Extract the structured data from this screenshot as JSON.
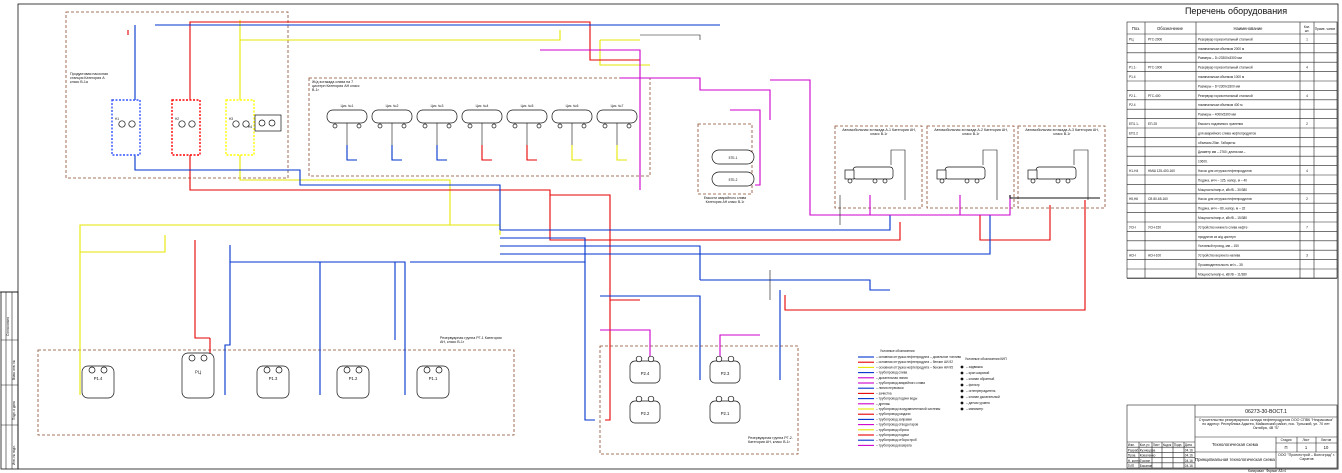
{
  "equipment_list": {
    "title": "Перечень оборудования",
    "header": {
      "pos": "Поз.",
      "designation": "Обозначение",
      "name": "Наименование",
      "qty": "Кол.",
      "qty2": "шт.",
      "note": "Приме- чание"
    },
    "rows": [
      {
        "pos": "РЦ",
        "designation": "РГС-2000",
        "name": "Резервуар горизонтальный стальной",
        "qty": "1"
      },
      {
        "pos": "",
        "designation": "",
        "name": "номинальным объемом 2000 м",
        "qty": ""
      },
      {
        "pos": "",
        "designation": "",
        "name": "Размеры – D=23300х3300 мм",
        "qty": ""
      },
      {
        "pos": "Р1.1-",
        "designation": "РГС-1000",
        "name": "Резервуар горизонтальный стальной",
        "qty": "4"
      },
      {
        "pos": "Р1.4",
        "designation": "",
        "name": "номинальным объемом 1000 м",
        "qty": ""
      },
      {
        "pos": "",
        "designation": "",
        "name": "Размеры – D=2300х3300 мм",
        "qty": ""
      },
      {
        "pos": "Р2.1-",
        "designation": "РГС-400",
        "name": "Резервуар горизонтальный стальной",
        "qty": "4"
      },
      {
        "pos": "Р2.4",
        "designation": "",
        "name": "номинальным объемом 400 м",
        "qty": ""
      },
      {
        "pos": "",
        "designation": "",
        "name": "Размеры – 4000х5300 мм",
        "qty": ""
      },
      {
        "pos": "ЕП1.1-",
        "designation": "ЕП-25",
        "name": "Емкость подземного хранения",
        "qty": "2"
      },
      {
        "pos": "ЕП1.2",
        "designation": "",
        "name": "для аварийного слива нефтепродуктов",
        "qty": ""
      },
      {
        "pos": "",
        "designation": "",
        "name": "объемом 25м³. Габариты:",
        "qty": ""
      },
      {
        "pos": "",
        "designation": "",
        "name": "Диаметр мм – 2760; длина мм –",
        "qty": ""
      },
      {
        "pos": "",
        "designation": "",
        "name": "10600.",
        "qty": ""
      },
      {
        "pos": "Н1-Н4",
        "designation": "НМШ 125-400-160",
        "name": "Насос для отгрузки нефтепродуктов",
        "qty": "4"
      },
      {
        "pos": "",
        "designation": "",
        "name": "Подача, м³/ч – 125, напор, м – 40",
        "qty": ""
      },
      {
        "pos": "",
        "designation": "",
        "name": "Мощность/напр-е, кВт/В – 30/380",
        "qty": ""
      },
      {
        "pos": "Н5,Н6",
        "designation": "СВ 80-65-160",
        "name": "Насос для отгрузки нефтепродуктов",
        "qty": "2"
      },
      {
        "pos": "",
        "designation": "",
        "name": "Подача, м³/ч – 80, напор, м – 32",
        "qty": ""
      },
      {
        "pos": "",
        "designation": "",
        "name": "Мощность/напр-е, кВт/В – 15/380",
        "qty": ""
      },
      {
        "pos": "УСН",
        "designation": "УСН-150",
        "name": "Устройство нижнего слива нефте-",
        "qty": "7"
      },
      {
        "pos": "",
        "designation": "",
        "name": "продуктов из ж/д цистерн",
        "qty": ""
      },
      {
        "pos": "",
        "designation": "",
        "name": "Условный проход, мм – 150",
        "qty": ""
      },
      {
        "pos": "АСН",
        "designation": "АСН-100",
        "name": "Устройство верхнего налива",
        "qty": "3"
      },
      {
        "pos": "",
        "designation": "",
        "name": "Производительность м³/ч – 35",
        "qty": ""
      },
      {
        "pos": "",
        "designation": "",
        "name": "Мощность/напр-е, кВт/В – 11/380",
        "qty": ""
      }
    ]
  },
  "zones": {
    "pump_station": "Продуктовая насосная станция Категория А класс В-1а",
    "rail_rack": "Ж/д эстакада слива на 7 цистерн Категория АН класс В-1г",
    "tank_farm_1": "Резервуарная группа РГ-1 Категория АН, класс В-1г",
    "tank_farm_2": "Резервуарная группа РГ-2. Категория АН, класс В-1г",
    "emergency": "Емкости аварийного слива Категория АН класс В-1г",
    "loading_1": "Автомобильная эстакада А-1 Категория АН, класс В-1г",
    "loading_2": "Автомобильная эстакада А-2 Категория АН, класс В-1г",
    "loading_3": "Автомобильная эстакада А-3 Категория АН, класс В-1г"
  },
  "rail_tanks": [
    "Цис. №1",
    "Цис. №2",
    "Цис. №3",
    "Цис. №4",
    "Цис. №5",
    "Цис. №6",
    "Цис. №7"
  ],
  "pumps": [
    "Н1",
    "Н2",
    "Н3",
    "Н4"
  ],
  "tanks_rg1": [
    "Р1.4",
    "РЦ",
    "Р1.3",
    "Р1.2",
    "Р1.1"
  ],
  "tanks_rg2": [
    "Р2.4",
    "Р2.3",
    "Р2.2",
    "Р2.1"
  ],
  "emergency_tanks": [
    "ЕП1.1",
    "ЕП1.2"
  ],
  "legend": {
    "title": "Условные обозначения",
    "lines": [
      "– основная отгрузка нефтепродукта – дизельное топливо",
      "– основная отгрузка нефтепродукта – бензин АИ-92",
      "– основная отгрузка нефтепродукта – бензин АИ-95",
      "– трубопровод слива",
      "– дыхательная линия",
      "– трубопровод аварийного слива",
      "– линия перекачки",
      "– зачистка",
      "– трубопровод подачи воды",
      "– дренаж",
      "– трубопровод газоуравнительной системы",
      "– трубопровод раздачи",
      "– трубопровод заправки",
      "– трубопровод отвода паров",
      "– трубопровод сброса",
      "– трубопровод подачи",
      "– трубопровод отбора проб",
      "– трубопровод возврата"
    ],
    "symbols_title": "Условные обозначения КИП",
    "symbols": [
      "– задвижка",
      "– кран шаровой",
      "– клапан обратный",
      "– фильтр",
      "– огнепреградитель",
      "– клапан дыхательный",
      "– датчик уровня",
      "– манометр"
    ]
  },
  "title_block": {
    "doc_code": "0627З-30-ВОСТ.1",
    "object": "Строительство резервуарного склада нефтепродуктов ООО СПВК \"Некрасовка\" по адресу: Республика Адыгея, Майкопский район, пос. Тульский, ул. 70 лет Октября, 4В \"Б\"",
    "sheet_title": "Технологическая схема",
    "stage_label": "Стадия",
    "sheet_label": "Лист",
    "sheets_label": "Листов",
    "stage": "П",
    "sheet": "1",
    "sheets": "10",
    "drawing_name": "Принципиальная технологическая схема",
    "company": "ООО \"Проектстрой – Волгоград\" г. Саратов",
    "format": "Формат А3×4",
    "copied": "Копировал",
    "rows": [
      [
        "Изм.",
        "Кол.уч",
        "Лист",
        "№док",
        "Подп.",
        "Дата"
      ],
      [
        "Разраб.",
        "Кузнецова",
        "",
        "",
        "",
        "04.16"
      ],
      [
        "Пров.",
        "Коваленко",
        "",
        "",
        "",
        "04.16"
      ],
      [
        "Н. контр.",
        "Трохин",
        "",
        "",
        "",
        "04.16"
      ],
      [
        "ГИП",
        "Басанов",
        "",
        "",
        "",
        "04.16"
      ]
    ]
  },
  "side_stamp": [
    "Инв. № подл.",
    "Подп. и дата",
    "Взам. инв. №",
    "Согласовано"
  ],
  "colors": {
    "diesel": "#0033cc",
    "ai92": "#e60000",
    "ai95": "#e6e600",
    "drain": "#cc00cc",
    "frame": "#8b4a2b",
    "pump_red": "#ff0000",
    "pump_yellow": "#ffff00",
    "pump_blue": "#3355ff"
  }
}
